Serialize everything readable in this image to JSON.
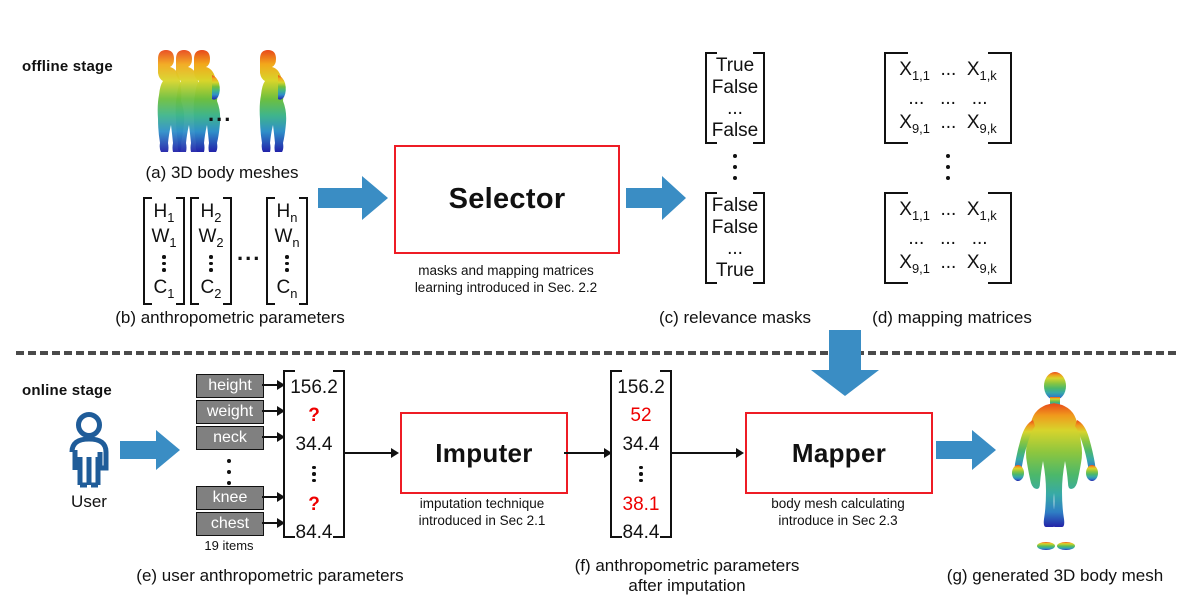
{
  "stages": {
    "offline_label": "offline stage",
    "online_label": "online stage"
  },
  "colors": {
    "accent_blue": "#3a8dc4",
    "user_blue": "#1f5c99",
    "box_red": "#ee1c25",
    "missing_red": "#ee0000",
    "chip_grey": "#808080"
  },
  "offline": {
    "meshes": {
      "caption": "(a) 3D body meshes",
      "ellipsis": "...",
      "count_front": 3,
      "count_back": 1
    },
    "params": {
      "caption": "(b) anthropometric parameters",
      "ellipsis": "...",
      "vectors": [
        {
          "rows": [
            "H",
            "W",
            "⋮",
            "C"
          ],
          "sub": "1"
        },
        {
          "rows": [
            "H",
            "W",
            "⋮",
            "C"
          ],
          "sub": "2"
        },
        {
          "rows": [
            "H",
            "W",
            "⋮",
            "C"
          ],
          "sub": "n"
        }
      ]
    },
    "selector": {
      "title": "Selector",
      "caption_line1": "masks and mapping matrices",
      "caption_line2": "learning introduced in Sec. 2.2"
    },
    "masks": {
      "caption": "(c) relevance masks",
      "vectors": [
        {
          "rows": [
            "True",
            "False",
            "...",
            "False"
          ]
        },
        {
          "rows": [
            "False",
            "False",
            "...",
            "True"
          ]
        }
      ]
    },
    "matrices": {
      "caption": "(d) mapping matrices",
      "blocks": [
        {
          "rows": [
            [
              "X",
              "1,1",
              "...",
              "X",
              "1,k"
            ],
            [
              "...",
              "...",
              "..."
            ],
            [
              "X",
              "9,1",
              "...",
              "X",
              "9,k"
            ]
          ]
        },
        {
          "rows": [
            [
              "X",
              "1,1",
              "...",
              "X",
              "1,k"
            ],
            [
              "...",
              "...",
              "..."
            ],
            [
              "X",
              "9,1",
              "...",
              "X",
              "9,k"
            ]
          ]
        }
      ]
    }
  },
  "online": {
    "user": {
      "label": "User",
      "icon": "user-person-icon"
    },
    "user_params": {
      "caption": "(e) user anthropometric parameters",
      "count_note": "19 items",
      "items": [
        {
          "name": "height",
          "value": "156.2",
          "missing": false
        },
        {
          "name": "weight",
          "value": "?",
          "missing": true
        },
        {
          "name": "neck",
          "value": "34.4",
          "missing": false
        },
        {
          "name": "⋮",
          "value": "⋮",
          "missing": false
        },
        {
          "name": "knee",
          "value": "?",
          "missing": true
        },
        {
          "name": "chest",
          "value": "84.4",
          "missing": false
        }
      ]
    },
    "imputer": {
      "title": "Imputer",
      "caption_line1": "imputation technique",
      "caption_line2": "introduced in Sec 2.1"
    },
    "imputed_params": {
      "caption_line1": "(f) anthropometric parameters",
      "caption_line2": "after imputation",
      "values": [
        {
          "value": "156.2",
          "imputed": false
        },
        {
          "value": "52",
          "imputed": true
        },
        {
          "value": "34.4",
          "imputed": false
        },
        {
          "value": "⋮",
          "imputed": false
        },
        {
          "value": "38.1",
          "imputed": true
        },
        {
          "value": "84.4",
          "imputed": false
        }
      ]
    },
    "mapper": {
      "title": "Mapper",
      "caption_line1": "body mesh calculating",
      "caption_line2": "introduce in Sec 2.3"
    },
    "result": {
      "caption": "(g) generated 3D body mesh"
    }
  }
}
